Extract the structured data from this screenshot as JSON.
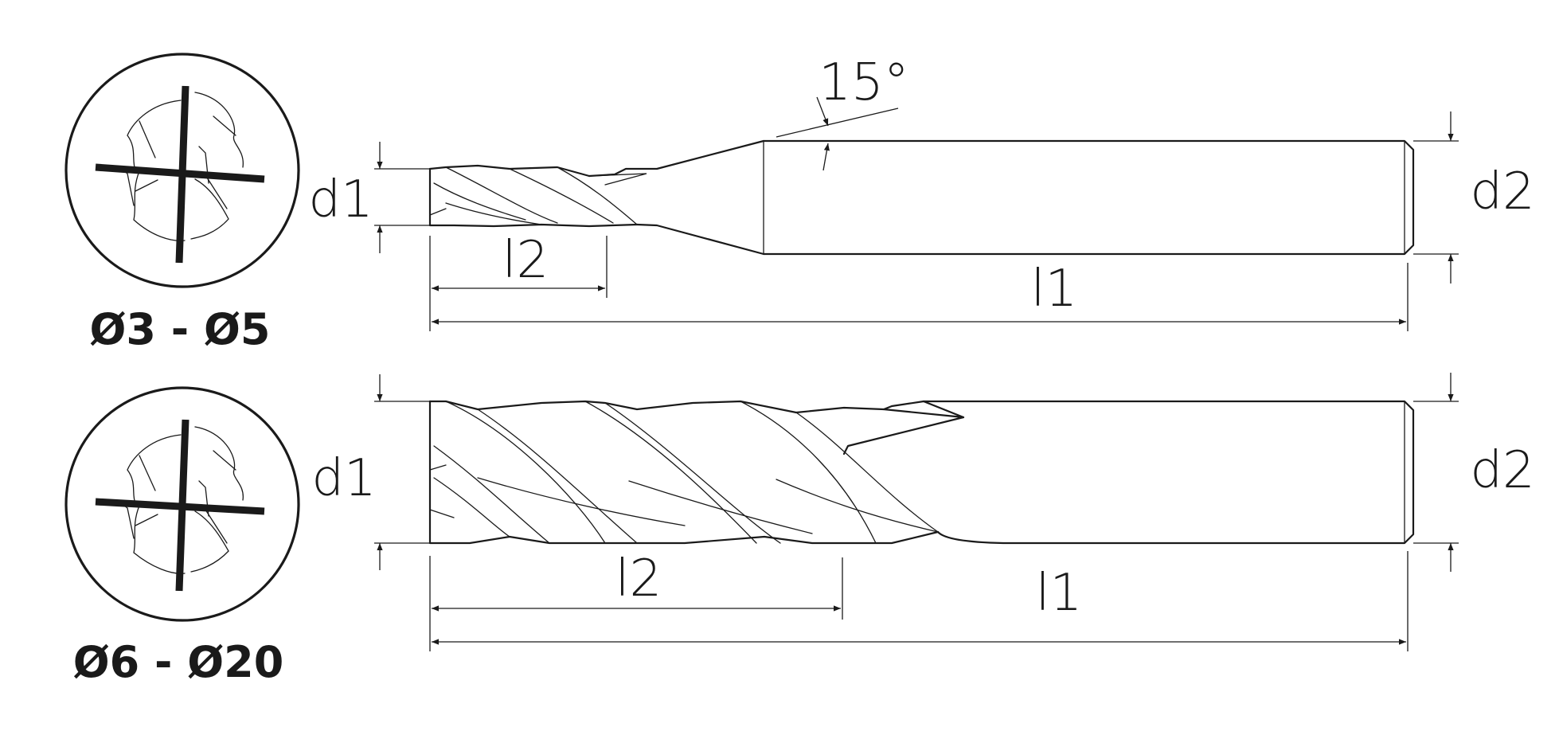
{
  "top_tool": {
    "range_label": "Ø3 - Ø5",
    "d1": "d1",
    "d2": "d2",
    "l1": "l1",
    "l2": "l2",
    "angle": "15°"
  },
  "bottom_tool": {
    "range_label": "Ø6 - Ø20",
    "d1": "d1",
    "d2": "d2",
    "l1": "l1",
    "l2": "l2"
  }
}
